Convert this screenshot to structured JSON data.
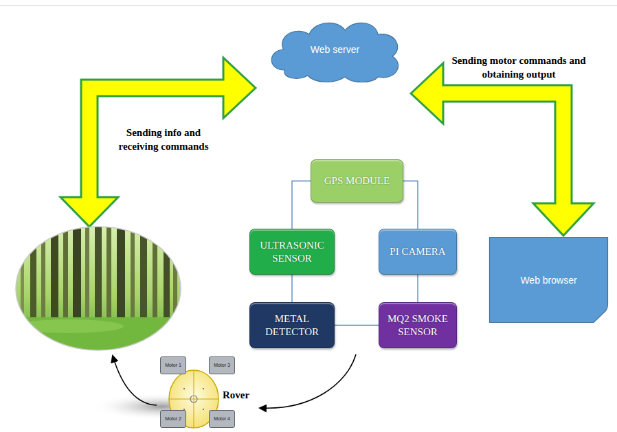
{
  "diagram": {
    "nodes": [
      {
        "text": [
          "Web server"
        ]
      },
      {
        "text": [
          "GPS MODULE"
        ]
      },
      {
        "text": [
          "ULTRASONIC SENSOR"
        ]
      },
      {
        "text": [
          "PI CAMERA"
        ]
      },
      {
        "text": [
          "METAL DETECTOR"
        ]
      },
      {
        "text": [
          "MQ2 SMOKE SENSOR"
        ]
      },
      {
        "text": [
          "Web browser"
        ]
      },
      {
        "text": [
          "Motor 1"
        ]
      },
      {
        "text": [
          "Motor 3"
        ]
      },
      {
        "text": [
          "Motor 2"
        ]
      },
      {
        "text": [
          "Motor 4"
        ]
      }
    ],
    "edges": [
      {
        "from": 0,
        "to": 6,
        "arrow": "both",
        "label": "Sending motor commands and obtaining output"
      },
      {
        "from": 1,
        "to": 2,
        "arrow": "none"
      },
      {
        "from": 1,
        "to": 3,
        "arrow": "none"
      },
      {
        "from": 2,
        "to": 4,
        "arrow": "none"
      },
      {
        "from": 3,
        "to": 5,
        "arrow": "none"
      },
      {
        "from": 4,
        "to": 5,
        "arrow": "none"
      }
    ],
    "labels": [
      "Sending info and receiving commands",
      "Rover"
    ]
  }
}
